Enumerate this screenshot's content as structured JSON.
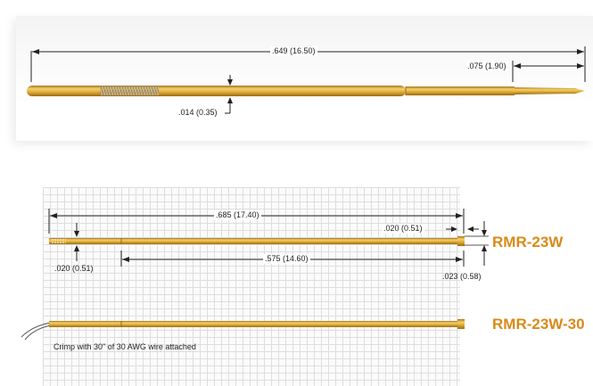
{
  "top_probe": {
    "overall_length": ".649 (16.50)",
    "tip_length": ".075 (1.90)",
    "diameter": ".014 (0.35)"
  },
  "receptacle": {
    "overall_length": ".685 (17.40)",
    "head_length": ".020 (0.51)",
    "bore_depth": ".020 (0.51)",
    "body_length": ".575 (14.60)",
    "head_diameter": ".023 (0.58)",
    "model_1": "RMR-23W",
    "model_2": "RMR-23W-30",
    "crimp_note": "Crimp with 30\" of 30 AWG wire attached"
  },
  "colors": {
    "gold": "#d9a12b",
    "gold_light": "#f1cf6b",
    "gold_dark": "#a8741a",
    "model_text": "#d98a18"
  }
}
